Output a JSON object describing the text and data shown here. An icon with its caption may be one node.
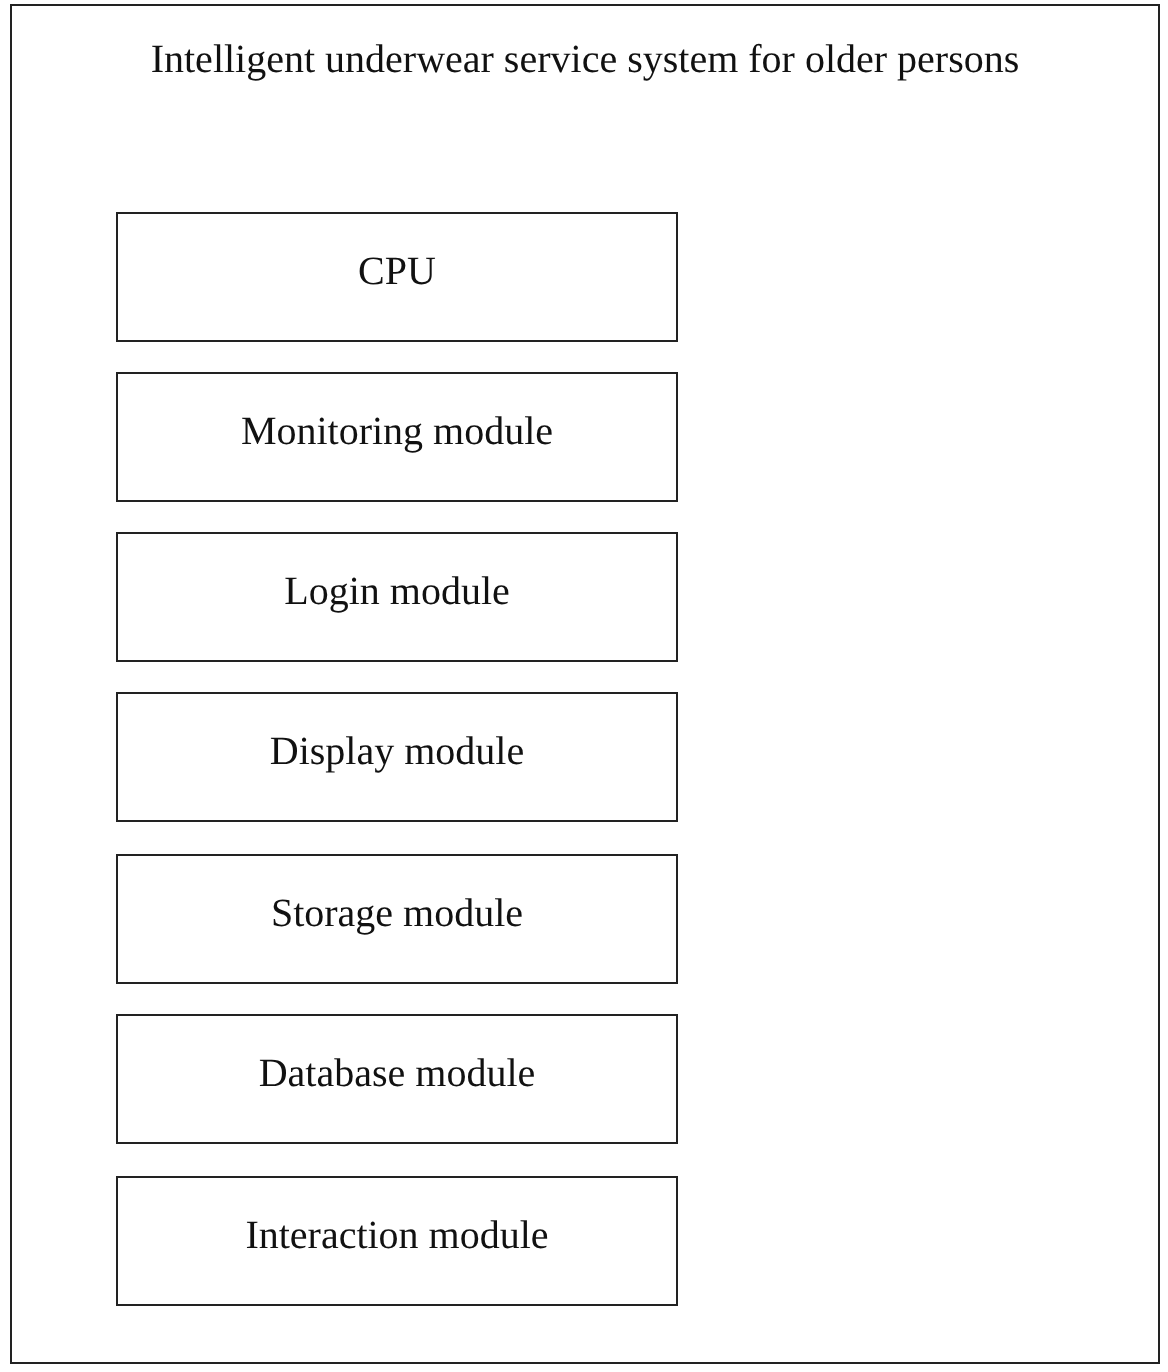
{
  "diagram": {
    "nodes": [
      {
        "text": [
          "Intelligent underwear service system for older persons"
        ]
      },
      {
        "text": [
          "CPU"
        ],
        "in": 0
      },
      {
        "text": [
          "Monitoring module"
        ],
        "in": 0
      },
      {
        "text": [
          "Login module"
        ],
        "in": 0
      },
      {
        "text": [
          "Display module"
        ],
        "in": 0
      },
      {
        "text": [
          "Storage module"
        ],
        "in": 0
      },
      {
        "text": [
          "Database module"
        ],
        "in": 0
      },
      {
        "text": [
          "Interaction module"
        ],
        "in": 0
      }
    ]
  }
}
